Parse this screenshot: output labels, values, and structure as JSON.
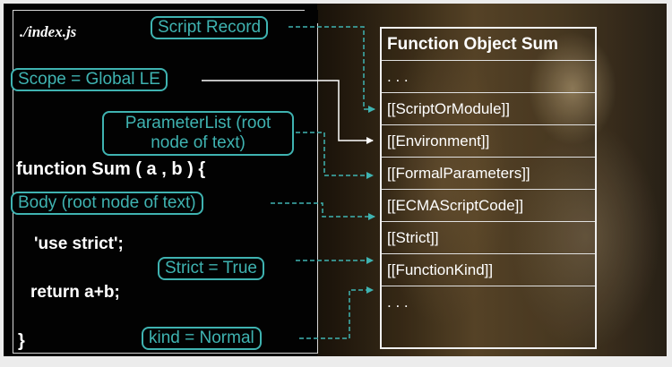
{
  "file": {
    "filename": "./index.js",
    "code": {
      "line1": "function Sum ( a , b ) {",
      "line2": "'use strict';",
      "line3": "return a+b;",
      "line4": "}"
    }
  },
  "annotations": {
    "script_record": "Script Record",
    "scope": "Scope = Global LE",
    "parameter_list": "ParameterList (root node of text)",
    "body": "Body (root  node of text)",
    "strict": "Strict = True",
    "kind": "kind = Normal"
  },
  "function_object": {
    "title": "Function Object Sum",
    "rows": [
      ". . .",
      "[[ScriptOrModule]]",
      "[[Environment]]",
      "[[FormalParameters]]",
      "[[ECMAScriptCode]]",
      "[[Strict]]",
      "[[FunctionKind]]",
      ". . ."
    ]
  },
  "colors": {
    "accent": "#3fb3b1",
    "background": "#020202",
    "text": "#ffffff"
  }
}
